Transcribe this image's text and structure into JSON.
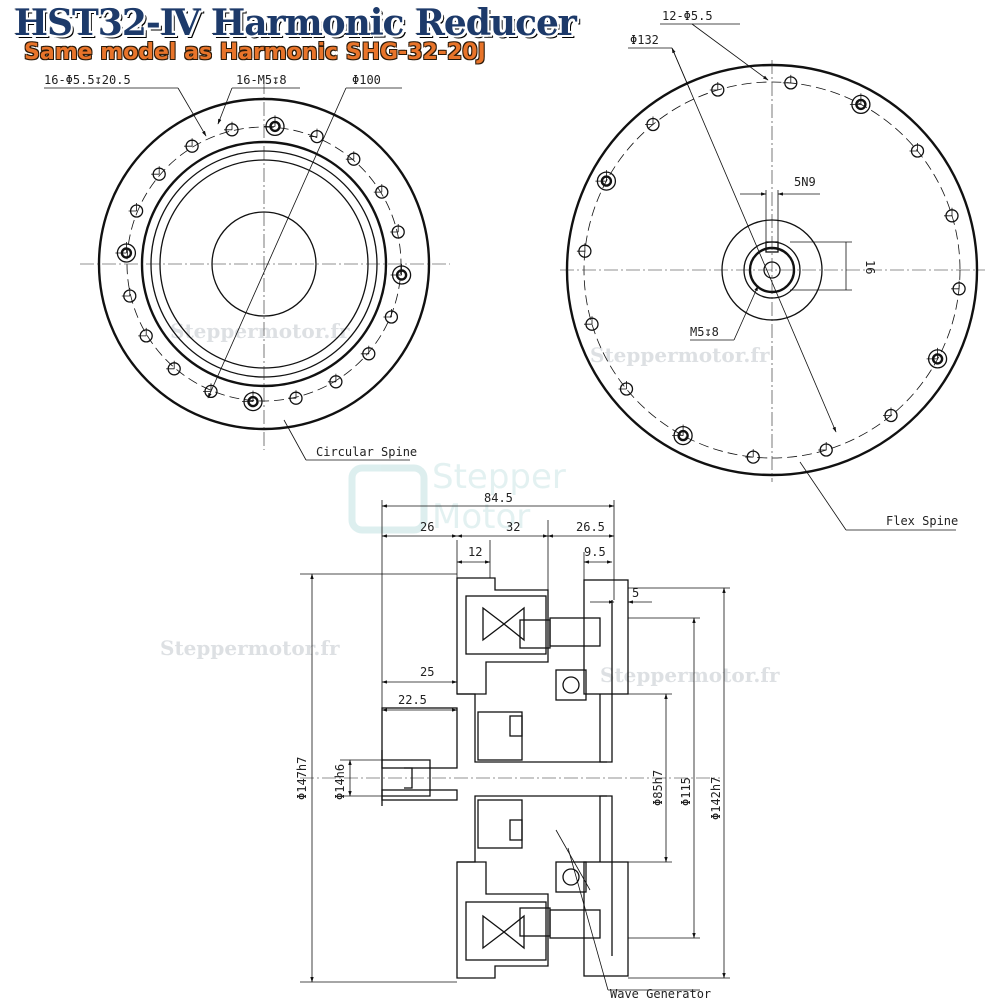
{
  "title": "HST32-Ⅳ Harmonic Reducer",
  "subtitle": "Same model as Harmonic SHG-32-20J",
  "watermark": "Steppermotor.fr",
  "logo_text_top": "Stepper",
  "logo_text_bottom": "Motor",
  "left_view": {
    "callout_holes": "16-Φ5.5↧20.5",
    "callout_threads": "16-M5↧8",
    "callout_pcd": "Φ100",
    "label_part": "Circular Spine"
  },
  "right_view": {
    "callout_holes": "12-Φ5.5",
    "callout_pcd": "Φ132",
    "callout_key": "5N9",
    "callout_key_height": "16",
    "callout_thread": "M5↧8",
    "label_part": "Flex Spine"
  },
  "section_view": {
    "dim_total": "84.5",
    "dim_a": "26",
    "dim_b": "32",
    "dim_c": "26.5",
    "dim_d": "12",
    "dim_e": "9.5",
    "dim_f": "5",
    "dim_g": "25",
    "dim_h": "22.5",
    "dia_outer": "Φ147h7",
    "dia_shaft": "Φ14h6",
    "dia_85": "Φ85h7",
    "dia_115": "Φ115",
    "dia_142": "Φ142h7",
    "label_part": "Wave Generator"
  }
}
